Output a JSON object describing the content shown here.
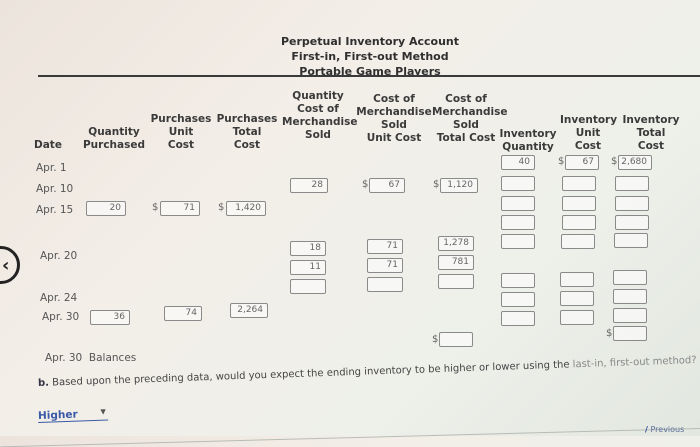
{
  "title": {
    "line1": "Perpetual Inventory Account",
    "line2": "First-in, First-out Method",
    "line3": "Portable Game Players"
  },
  "headers": {
    "date": "Date",
    "qty_purchased": [
      "Quantity",
      "Purchased"
    ],
    "purch_unit_cost": [
      "Purchases",
      "Unit",
      "Cost"
    ],
    "purch_total_cost": [
      "Purchases",
      "Total",
      "Cost"
    ],
    "qty_cogs": [
      "Quantity",
      "Cost of",
      "Merchandise",
      "Sold"
    ],
    "cogs_unit_cost": [
      "Cost of",
      "Merchandise",
      "Sold",
      "Unit Cost"
    ],
    "cogs_total_cost": [
      "Cost of",
      "Merchandise",
      "Sold",
      "Total Cost"
    ],
    "inv_qty": [
      "Inventory",
      "Quantity"
    ],
    "inv_unit_cost": [
      "Inventory",
      "Unit",
      "Cost"
    ],
    "inv_total_cost": [
      "Inventory",
      "Total",
      "Cost"
    ]
  },
  "rows": {
    "apr1": "Apr. 1",
    "apr10": "Apr. 10",
    "apr15": "Apr. 15",
    "apr20": "Apr. 20",
    "apr24": "Apr. 24",
    "apr30": "Apr. 30",
    "balances": "Apr. 30  Balances"
  },
  "values": {
    "apr1_inv_qty": "40",
    "apr1_inv_unit": "67",
    "apr1_inv_total": "2,680",
    "apr10_qty_sold": "28",
    "apr10_unit_cost": "67",
    "apr10_total_cost": "1,120",
    "apr15_qty_purchased": "20",
    "apr15_unit_cost": "71",
    "apr15_total_cost": "1,420",
    "apr20_qty_sold_1": "18",
    "apr20_qty_sold_2": "11",
    "apr20_unit_cost_1": "71",
    "apr20_unit_cost_2": "71",
    "apr20_total_cost_1": "1,278",
    "apr20_total_cost_2": "781",
    "apr30_qty_purchased": "36",
    "apr30_unit_cost": "74",
    "apr30_total_cost": "2,264"
  },
  "currency_symbol": "$",
  "question": {
    "prefix": "b.",
    "text": "Based upon the preceding data, would you expect the ending inventory to be higher or lower using the",
    "faded": "last-in, first-out method?"
  },
  "answer": {
    "selected": "Higher"
  },
  "nav": {
    "previous_label": "Previous",
    "back_icon": "‹"
  }
}
